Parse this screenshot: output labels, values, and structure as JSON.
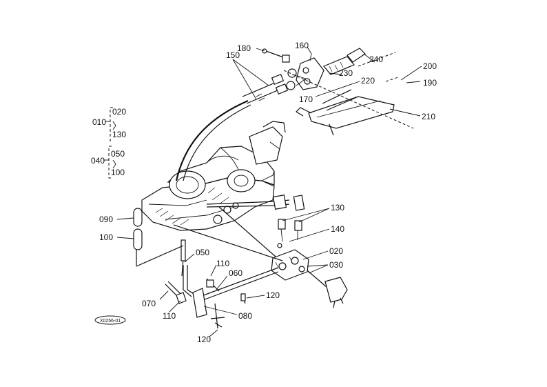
{
  "diagram_code": "X0256-01",
  "callouts": {
    "p010": "010",
    "p020_top": "020",
    "p130_top": "130",
    "p040": "040",
    "p050_top": "050",
    "p100_top": "100",
    "p180": "180",
    "p160": "160",
    "p150": "150",
    "p240": "240",
    "p230": "230",
    "p170": "170",
    "p200": "200",
    "p220": "220",
    "p190": "190",
    "p210": "210",
    "p130_mid": "130",
    "p140": "140",
    "p090": "090",
    "p100_left": "100",
    "p020_mid": "020",
    "p030": "030",
    "p050_bot": "050",
    "p110_a": "110",
    "p060": "060",
    "p120_a": "120",
    "p070": "070",
    "p110_b": "110",
    "p080": "080",
    "p120_b": "120"
  }
}
